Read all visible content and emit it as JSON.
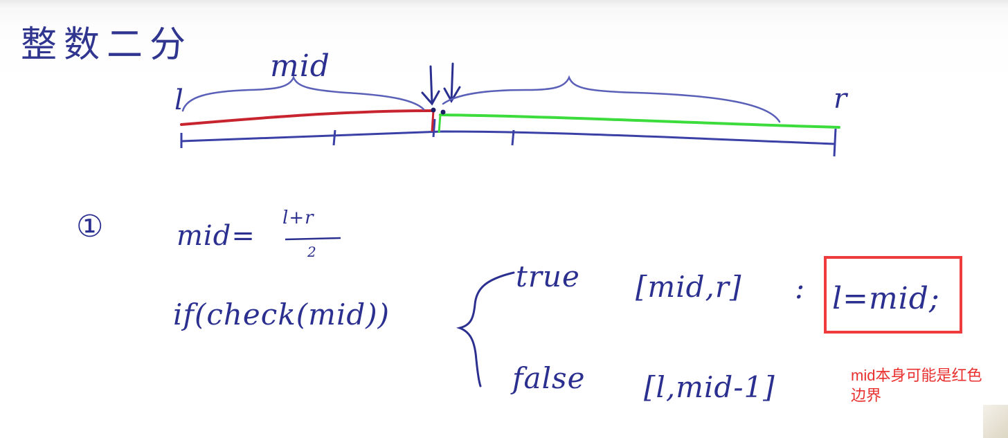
{
  "board": {
    "title": "整数二分",
    "label_mid_top": "mid",
    "label_l": "l",
    "label_r": "r",
    "step_marker": "①",
    "mid_lhs": "mid=",
    "mid_numerator": "l+r",
    "mid_denominator": "2",
    "if_line": "if(check(mid))",
    "true_word": "true",
    "true_range": "[mid,r]",
    "colon": ":",
    "true_assign": "l=mid;",
    "false_word": "false",
    "false_range": "[l,mid-1]"
  },
  "note": {
    "line1": "mid本身可能是红色",
    "line2": "边界"
  },
  "colors": {
    "ink": "#2b2f8f",
    "red_segment": "#c8242f",
    "green_segment": "#3cdc3c",
    "annotation": "#ea2f2f"
  }
}
